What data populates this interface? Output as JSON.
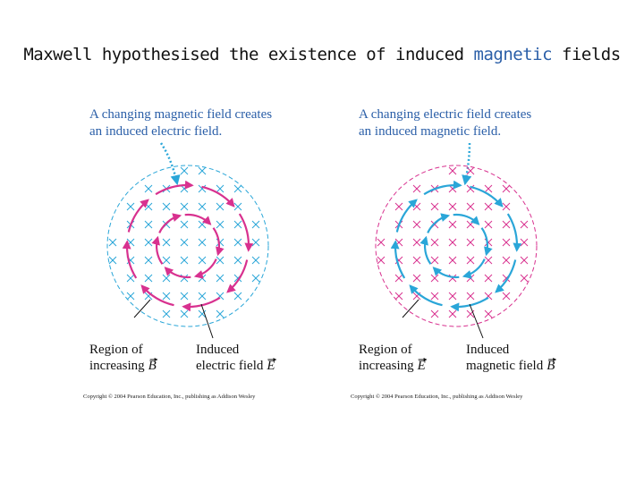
{
  "title": {
    "before": "Maxwell hypothesised the existence of induced ",
    "highlight": "magnetic",
    "after": " fields"
  },
  "colors": {
    "magenta": "#d8318f",
    "cyan": "#2aa6d8",
    "caption_blue": "#2b5fa8",
    "title_highlight": "#2b5fa8"
  },
  "left_panel": {
    "caption_line1": "A changing magnetic field creates",
    "caption_line2": "an induced electric field.",
    "region_line1": "Region of",
    "region_line2": "increasing",
    "region_symbol": "B",
    "induced_line1": "Induced",
    "induced_line2": "electric field",
    "induced_symbol": "E",
    "copyright": "Copyright © 2004 Pearson Education, Inc., publishing as Addison Wesley"
  },
  "right_panel": {
    "caption_line1": "A changing electric field creates",
    "caption_line2": "an induced magnetic field.",
    "region_line1": "Region of",
    "region_line2": "increasing",
    "region_symbol": "E",
    "induced_line1": "Induced",
    "induced_line2": "magnetic field",
    "induced_symbol": "B",
    "copyright": "Copyright © 2004 Pearson Education, Inc., publishing as Addison Wesley"
  }
}
